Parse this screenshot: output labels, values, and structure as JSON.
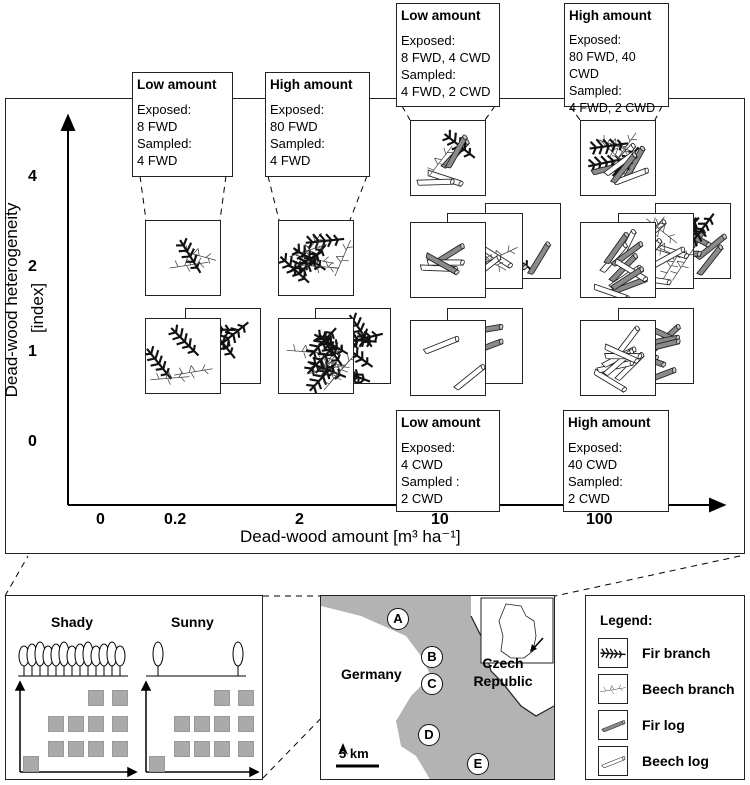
{
  "main_plot": {
    "y_axis_label": "Dead-wood heterogeneity",
    "y_axis_unit": "[index]",
    "y_ticks": [
      "4",
      "2",
      "1",
      "0"
    ],
    "x_axis_label": "Dead-wood amount [m³ ha⁻¹]",
    "x_ticks": [
      "0",
      "0.2",
      "2",
      "10",
      "100"
    ]
  },
  "callouts": [
    {
      "title": "Low amount",
      "exposed_label": "Exposed:",
      "exposed": "8 FWD",
      "sampled_label": "Sampled:",
      "sampled": "4 FWD"
    },
    {
      "title": "High amount",
      "exposed_label": "Exposed:",
      "exposed": "80 FWD",
      "sampled_label": "Sampled:",
      "sampled": "4 FWD"
    },
    {
      "title": "Low amount",
      "exposed_label": "Exposed:",
      "exposed": "8 FWD, 4 CWD",
      "sampled_label": "Sampled:",
      "sampled": "4 FWD, 2 CWD"
    },
    {
      "title": "High amount",
      "exposed_label": "Exposed:",
      "exposed": "80 FWD, 40 CWD",
      "sampled_label": "Sampled:",
      "sampled": "4 FWD, 2 CWD"
    },
    {
      "title": "Low amount",
      "exposed_label": "Exposed:",
      "exposed": "4 CWD",
      "sampled_label": "Sampled :",
      "sampled": "2 CWD"
    },
    {
      "title": "High amount",
      "exposed_label": "Exposed:",
      "exposed": "40 CWD",
      "sampled_label": "Sampled:",
      "sampled": "2 CWD"
    }
  ],
  "canopy_panel": {
    "shady": "Shady",
    "sunny": "Sunny"
  },
  "map": {
    "sites": [
      "A",
      "B",
      "C",
      "D",
      "E"
    ],
    "germany": "Germany",
    "czech": "Czech Republic",
    "scale": "5 km",
    "land_color": "#b3b3b3"
  },
  "legend": {
    "title": "Legend:",
    "items": [
      {
        "icon": "fir-branch",
        "label": "Fir branch"
      },
      {
        "icon": "beech-branch",
        "label": "Beech branch"
      },
      {
        "icon": "fir-log",
        "label": "Fir log"
      },
      {
        "icon": "beech-log",
        "label": "Beech log"
      }
    ]
  }
}
